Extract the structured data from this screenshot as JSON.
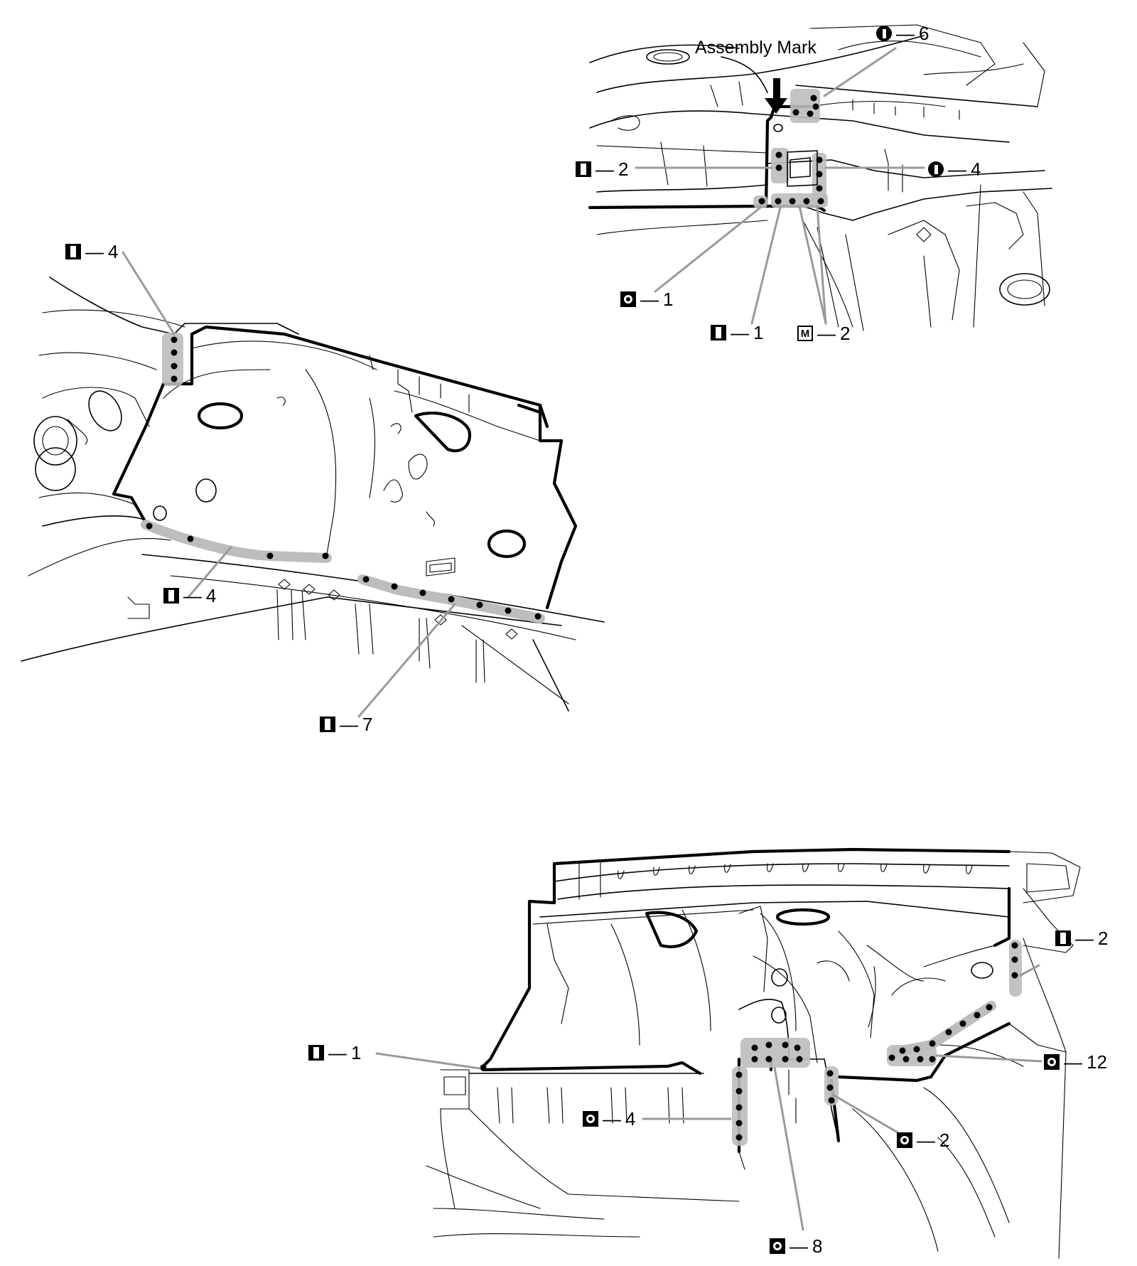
{
  "assembly_mark": "Assembly Mark",
  "labels": {
    "top_i6": {
      "kind": "I-round",
      "text": "6"
    },
    "top_i2": {
      "kind": "I",
      "text": "2"
    },
    "top_i4": {
      "kind": "I-round",
      "text": "4"
    },
    "top_o1": {
      "kind": "O",
      "text": "1"
    },
    "top_i1": {
      "kind": "I",
      "text": "1"
    },
    "top_m2": {
      "kind": "M",
      "text": "2"
    },
    "mid_i4a": {
      "kind": "I",
      "text": "4"
    },
    "mid_i4b": {
      "kind": "I",
      "text": "4"
    },
    "mid_i7": {
      "kind": "I",
      "text": "7"
    },
    "bot_i2": {
      "kind": "I",
      "text": "2"
    },
    "bot_i1": {
      "kind": "I",
      "text": "1"
    },
    "bot_o12": {
      "kind": "O",
      "text": "12"
    },
    "bot_o4": {
      "kind": "O",
      "text": "4"
    },
    "bot_o2": {
      "kind": "O",
      "text": "2"
    },
    "bot_o8": {
      "kind": "O",
      "text": "8"
    }
  },
  "dash": "—",
  "icon_letter_m": "M"
}
